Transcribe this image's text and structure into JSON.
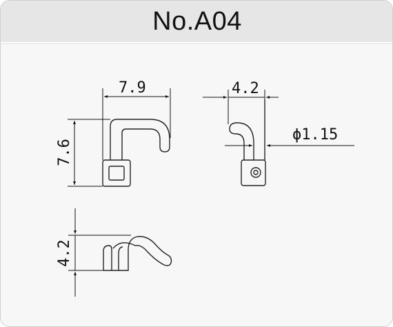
{
  "header": {
    "title": "No.A04"
  },
  "dimensions": {
    "front_width": "7.9",
    "front_height": "7.6",
    "side_width": "4.2",
    "wire_diameter": "ϕ1.15",
    "bottom_height": "4.2"
  }
}
